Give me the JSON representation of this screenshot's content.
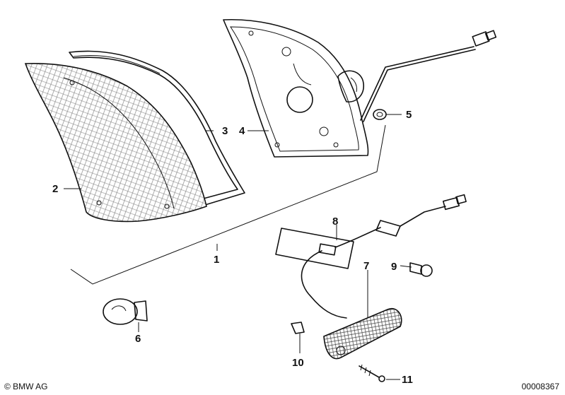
{
  "callouts": {
    "c1": "1",
    "c2": "2",
    "c3": "3",
    "c4": "4",
    "c5": "5",
    "c6": "6",
    "c7": "7",
    "c8": "8",
    "c9": "9",
    "c10": "10",
    "c11": "11"
  },
  "footer": {
    "copyright": "© BMW AG",
    "document_number": "00008367"
  }
}
